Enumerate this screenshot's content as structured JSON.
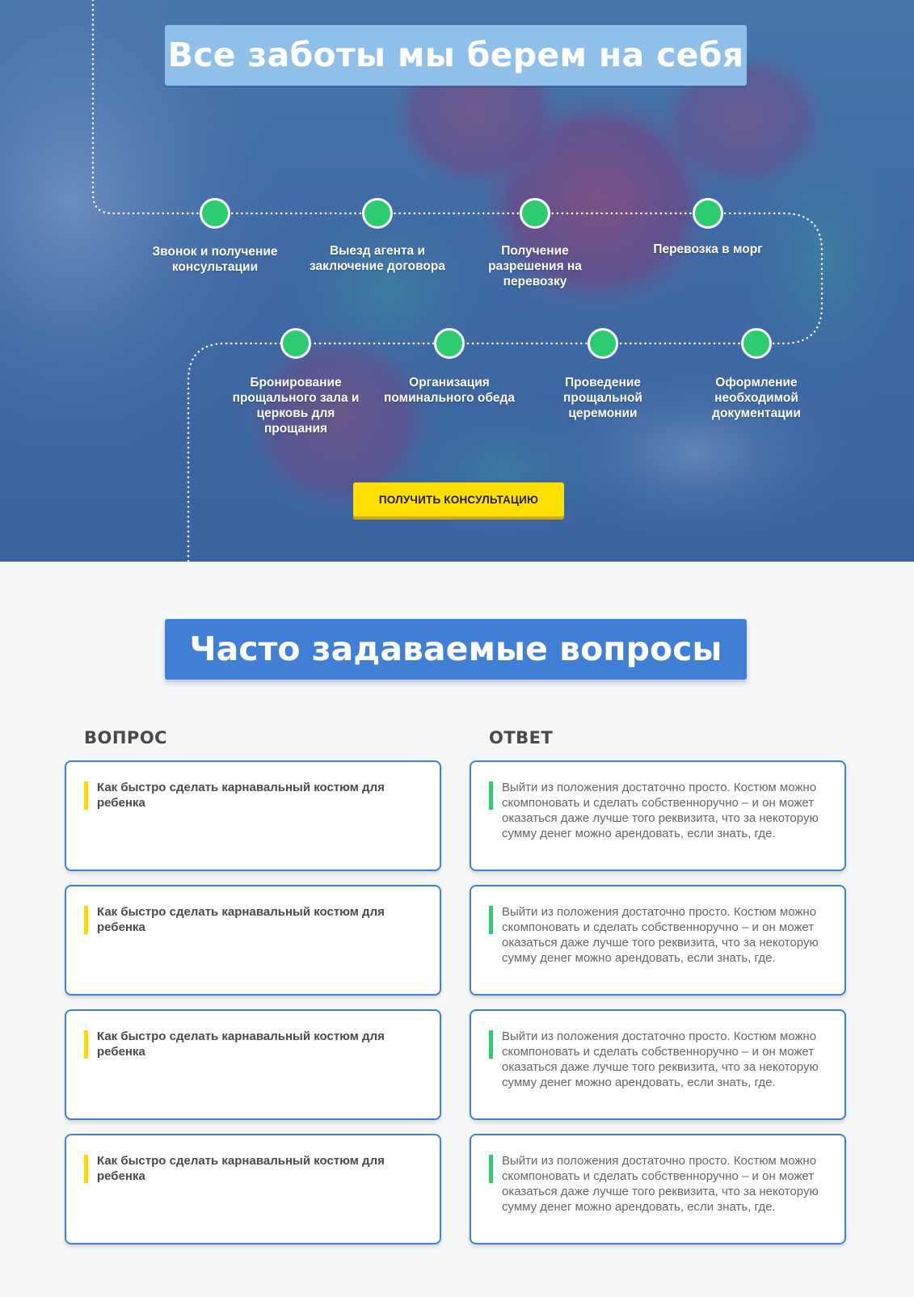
{
  "hero": {
    "title": "Все заботы мы берем на себя",
    "steps": [
      {
        "label": "Звонок и получение консультации"
      },
      {
        "label": "Выезд агента и заключение договора"
      },
      {
        "label": "Получение разрешения на перевозку"
      },
      {
        "label": "Перевозка в морг"
      },
      {
        "label": "Бронирование прощального зала и церковь для прощания"
      },
      {
        "label": "Организация поминального обеда"
      },
      {
        "label": "Проведение прощальной церемонии"
      },
      {
        "label": "Оформление необходимой документации"
      }
    ],
    "cta_label": "ПОЛУЧИТЬ КОНСУЛЬТАЦИЮ"
  },
  "faq": {
    "title": "Часто задаваемые вопросы",
    "question_header": "ВОПРОС",
    "answer_header": "ОТВЕТ",
    "items": [
      {
        "question": "Как быстро сделать карнавальный костюм для ребенка",
        "answer": "Выйти из положения достаточно просто. Костюм можно скомпоновать и сделать собственноручно – и он может оказаться даже лучше того реквизита, что за некоторую сумму денег можно арендовать, если знать, где."
      },
      {
        "question": "Как быстро сделать карнавальный костюм для ребенка",
        "answer": "Выйти из положения достаточно просто. Костюм можно скомпоновать и сделать собственноручно – и он может оказаться даже лучше того реквизита, что за некоторую сумму денег можно арендовать, если знать, где."
      },
      {
        "question": "Как быстро сделать карнавальный костюм для ребенка",
        "answer": "Выйти из положения достаточно просто. Костюм можно скомпоновать и сделать собственноручно – и он может оказаться даже лучше того реквизита, что за некоторую сумму денег можно арендовать, если знать, где."
      },
      {
        "question": "Как быстро сделать карнавальный костюм для ребенка",
        "answer": "Выйти из положения достаточно просто. Костюм можно скомпоновать и сделать собственноручно – и он может оказаться даже лучше того реквизита, что за некоторую сумму денег можно арендовать, если знать, где."
      }
    ]
  },
  "colors": {
    "accent_blue": "#3f7fd6",
    "hero_title_bg": "#8fc0ea",
    "step_dot": "#2ecc71",
    "cta_yellow": "#ffe000",
    "question_bar": "#ffd800",
    "answer_bar": "#2ecc71"
  }
}
